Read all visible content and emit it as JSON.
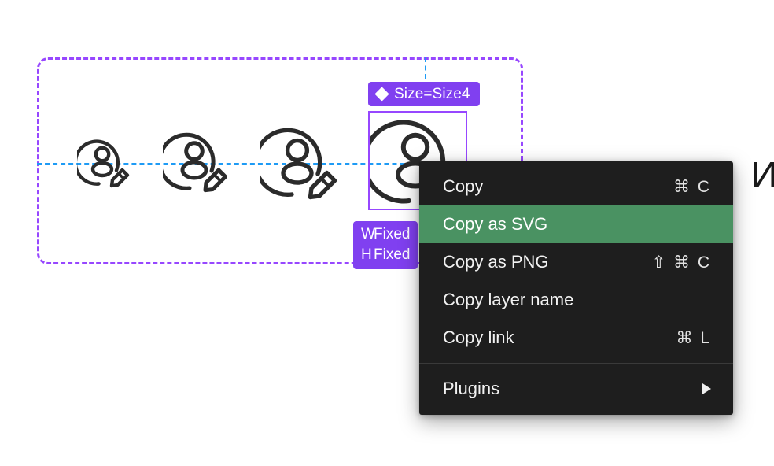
{
  "canvas": {
    "component_frame": {
      "name": "component-set-frame"
    },
    "variant_badge": {
      "icon": "diamond-icon",
      "label": "Size=Size4"
    },
    "constraints": {
      "width": {
        "key": "W",
        "value": "Fixed"
      },
      "height": {
        "key": "H",
        "value": "Fixed"
      }
    },
    "avatars": [
      {
        "name": "avatar-edit-icon-size1",
        "size": 1
      },
      {
        "name": "avatar-edit-icon-size2",
        "size": 2
      },
      {
        "name": "avatar-edit-icon-size3",
        "size": 3
      },
      {
        "name": "avatar-edit-icon-size4",
        "size": 4
      }
    ],
    "side_text": "Ир"
  },
  "context_menu": {
    "items": [
      {
        "label": "Copy",
        "shortcut": "⌘ C",
        "highlighted": false,
        "has_submenu": false
      },
      {
        "label": "Copy as SVG",
        "shortcut": "",
        "highlighted": true,
        "has_submenu": false
      },
      {
        "label": "Copy as PNG",
        "shortcut": "⇧ ⌘ C",
        "highlighted": false,
        "has_submenu": false
      },
      {
        "label": "Copy layer name",
        "shortcut": "",
        "highlighted": false,
        "has_submenu": false
      },
      {
        "label": "Copy link",
        "shortcut": "⌘ L",
        "highlighted": false,
        "has_submenu": false
      },
      {
        "label": "Plugins",
        "shortcut": "",
        "highlighted": false,
        "has_submenu": true
      }
    ]
  },
  "colors": {
    "purple": "#8040f0",
    "frame_purple": "#9747ff",
    "guide_blue": "#1e9bf5",
    "menu_background": "#1e1e1e",
    "menu_highlight": "#4a9262",
    "icon_stroke": "#2b2b2b"
  }
}
